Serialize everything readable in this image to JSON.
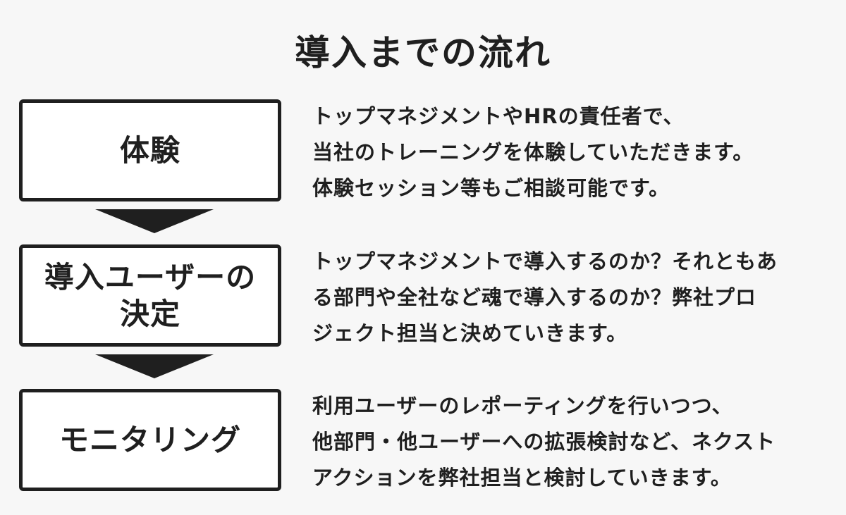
{
  "title": "導入までの流れ",
  "steps": [
    {
      "label": "体験",
      "description": [
        "トップマネジメントやHRの責任者で、",
        "当社のトレーニングを体験していただきます。",
        "体験セッション等もご相談可能です。"
      ]
    },
    {
      "label": "導入ユーザーの\n決定",
      "description": [
        "トップマネジメントで導入するのか？それともあ",
        "る部門や全社など魂で導入するのか？弊社プロ",
        "ジェクト担当と決めていきます。"
      ]
    },
    {
      "label": "モニタリング",
      "description": [
        "利用ユーザーのレポーティングを行いつつ、",
        "他部門・他ユーザーへの拡張検討など、ネクスト",
        "アクションを弊社担当と検討していきます。"
      ]
    }
  ],
  "colors": {
    "background": "#f7f7f7",
    "ink": "#1f1f1f",
    "box_fill": "#ffffff"
  }
}
